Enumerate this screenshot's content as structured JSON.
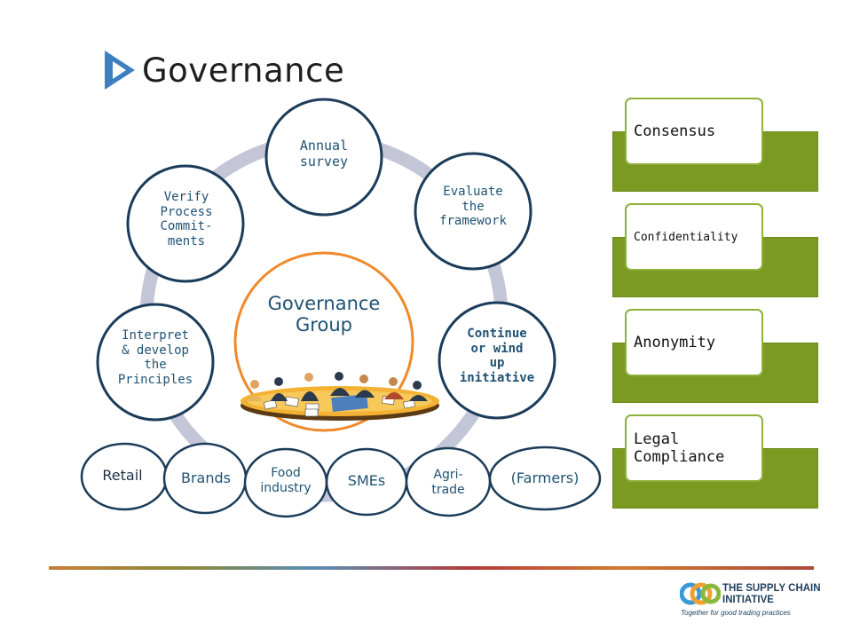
{
  "page": {
    "title": "Governance"
  },
  "diagram": {
    "center": {
      "lines": [
        "Governance",
        "Group"
      ]
    },
    "steps": [
      {
        "lines": [
          "Annual",
          "survey"
        ]
      },
      {
        "lines": [
          "Evaluate",
          "the",
          "framework"
        ]
      },
      {
        "lines": [
          "Continue",
          "or wind",
          "up",
          "initiative"
        ]
      },
      {
        "lines": [
          "Interpret",
          "& develop",
          "the",
          "Principles"
        ]
      },
      {
        "lines": [
          "Verify",
          "Process",
          "Commit-",
          "ments"
        ]
      }
    ],
    "stakeholders": [
      {
        "lines": [
          "Retail"
        ]
      },
      {
        "lines": [
          "Brands"
        ]
      },
      {
        "lines": [
          "Food",
          "industry"
        ]
      },
      {
        "lines": [
          "SMEs"
        ]
      },
      {
        "lines": [
          "Agri-",
          "trade"
        ]
      },
      {
        "lines": [
          "(Farmers)"
        ]
      }
    ]
  },
  "principles": [
    {
      "label": "Consensus"
    },
    {
      "label": "Confidentiality"
    },
    {
      "label": "Anonymity"
    },
    {
      "label": "Legal Compliance"
    }
  ],
  "logo": {
    "name_line1": "THE SUPPLY CHAIN",
    "name_line2": "INITIATIVE",
    "tagline": "Together for good trading practices"
  },
  "colors": {
    "ring": "#c3c6d6",
    "node_border": "#1b3c59",
    "center_border": "#ef8a2a",
    "principle_band": "#7a9a22",
    "principle_card_border": "#8db13b",
    "title_arrow": "#3f7fbf"
  }
}
